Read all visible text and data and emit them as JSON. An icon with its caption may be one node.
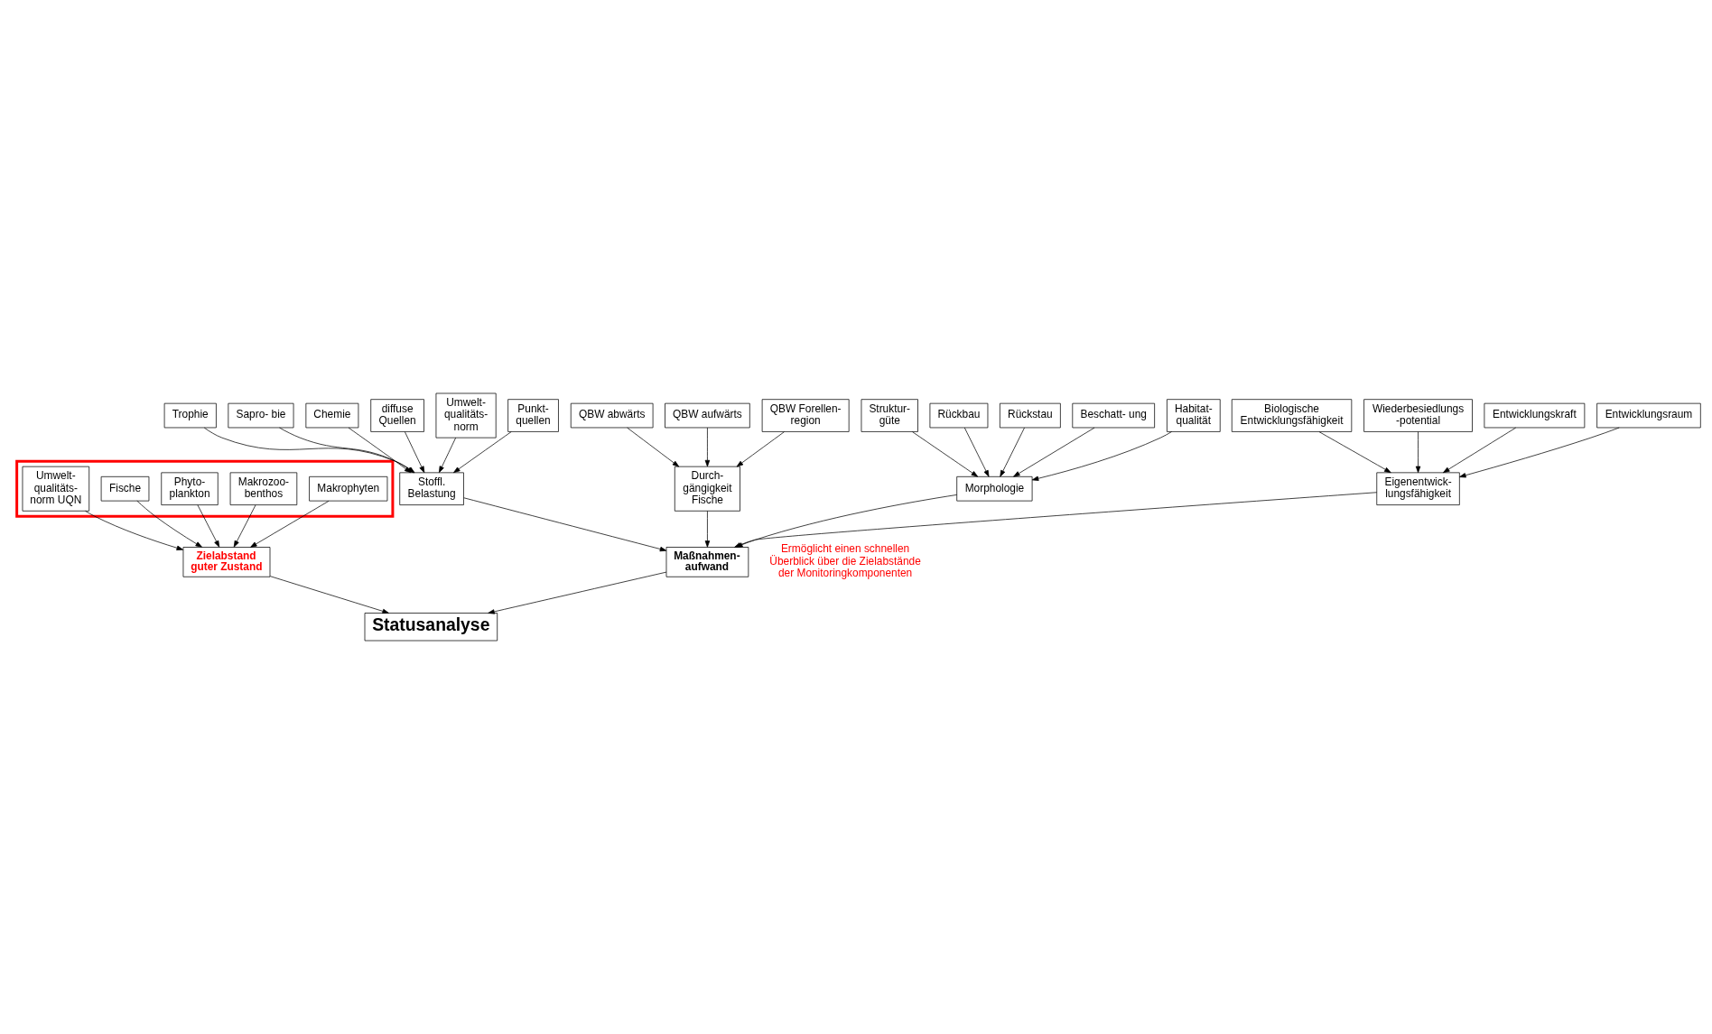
{
  "diagram": {
    "nodes": [
      {
        "text": [],
        "shape": "box"
      },
      {
        "text": [
          "Makrophyten"
        ],
        "in": 0
      },
      {
        "text": [
          "Makrozoo- benthos"
        ],
        "in": 0
      },
      {
        "text": [
          "Phyto- plankton"
        ],
        "in": 0
      },
      {
        "text": [
          "Fische"
        ],
        "in": 0
      },
      {
        "text": [
          "Umwelt- qualitäts- norm UQN"
        ],
        "in": 0
      },
      {
        "text": [
          "Trophie"
        ]
      },
      {
        "text": [
          "Sapro- bie"
        ]
      },
      {
        "text": [
          "QBW abwärts"
        ]
      },
      {
        "text": [
          "Struktur- güte"
        ]
      },
      {
        "text": [
          "Rückbau"
        ]
      },
      {
        "text": [
          "Biologische Entwicklungsfähigkeit"
        ]
      },
      {
        "text": [
          "Chemie"
        ]
      },
      {
        "text": [
          "diffuse Quellen"
        ]
      },
      {
        "text": [
          "QBW aufwärts"
        ]
      },
      {
        "text": [
          "Rückstau"
        ]
      },
      {
        "text": [
          "Wiederbesiedlungs -potential"
        ]
      },
      {
        "text": [
          "Umwelt- qualitäts- norm"
        ]
      },
      {
        "text": [
          "Punkt- quellen"
        ]
      },
      {
        "text": [
          "QBW Forellen- region"
        ]
      },
      {
        "text": [
          "Beschatt- ung"
        ]
      },
      {
        "text": [
          "Habitat- qualität"
        ]
      },
      {
        "text": [
          "Entwicklungskraft"
        ]
      },
      {
        "text": [
          "Entwicklungsraum"
        ]
      },
      {
        "text": [
          "Stoffl. Belastung"
        ]
      },
      {
        "text": [
          "Durch- gängigkeit Fische"
        ]
      },
      {
        "text": [
          "Morphologie"
        ]
      },
      {
        "text": [
          "Eigenentwick- lungsfähigkeit"
        ]
      },
      {
        "text": [
          "Zielabstand guter Zustand"
        ]
      },
      {
        "text": [
          "Maßnahmen- aufwand"
        ]
      },
      {
        "text": [
          "Statusanalyse"
        ]
      }
    ],
    "edges": [
      {
        "from": 1,
        "to": 28,
        "arrow": "to"
      },
      {
        "from": 2,
        "to": 28,
        "arrow": "to"
      },
      {
        "from": 3,
        "to": 28,
        "arrow": "to"
      },
      {
        "from": 4,
        "to": 28,
        "arrow": "to"
      },
      {
        "from": 5,
        "to": 28,
        "arrow": "to"
      },
      {
        "from": 6,
        "to": 24,
        "arrow": "to"
      },
      {
        "from": 12,
        "to": 24,
        "arrow": "to"
      },
      {
        "from": 17,
        "to": 24,
        "arrow": "to"
      },
      {
        "from": 7,
        "to": 24,
        "arrow": "to"
      },
      {
        "from": 13,
        "to": 24,
        "arrow": "to"
      },
      {
        "from": 18,
        "to": 24,
        "arrow": "to"
      },
      {
        "from": 8,
        "to": 25,
        "arrow": "to"
      },
      {
        "from": 14,
        "to": 25,
        "arrow": "to"
      },
      {
        "from": 19,
        "to": 25,
        "arrow": "to"
      },
      {
        "from": 9,
        "to": 26,
        "arrow": "to"
      },
      {
        "from": 15,
        "to": 26,
        "arrow": "to"
      },
      {
        "from": 20,
        "to": 26,
        "arrow": "to"
      },
      {
        "from": 10,
        "to": 26,
        "arrow": "to"
      },
      {
        "from": 21,
        "to": 26,
        "arrow": "to"
      },
      {
        "from": 11,
        "to": 27,
        "arrow": "to"
      },
      {
        "from": 16,
        "to": 27,
        "arrow": "to"
      },
      {
        "from": 22,
        "to": 27,
        "arrow": "to"
      },
      {
        "from": 23,
        "to": 27,
        "arrow": "to"
      },
      {
        "from": 24,
        "to": 29,
        "arrow": "to"
      },
      {
        "from": 25,
        "to": 29,
        "arrow": "to"
      },
      {
        "from": 26,
        "to": 29,
        "arrow": "to"
      },
      {
        "from": 27,
        "to": 29,
        "arrow": "to"
      },
      {
        "from": 28,
        "to": 30,
        "arrow": "to"
      },
      {
        "from": 29,
        "to": 30,
        "arrow": "to"
      }
    ],
    "labels": [
      "Ermöglicht einen schnellen Überblick über die Zielabstände der Monitoringkomponenten"
    ]
  }
}
